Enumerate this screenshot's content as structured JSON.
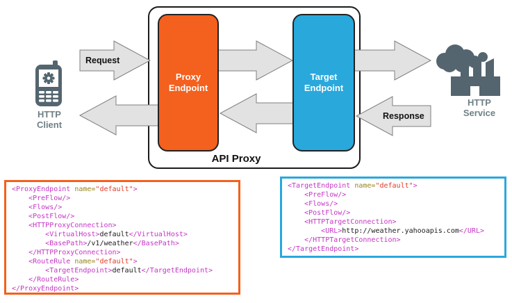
{
  "diagram": {
    "client": {
      "label": "HTTP\nClient"
    },
    "service": {
      "label": "HTTP\nService"
    },
    "api_proxy": {
      "label": "API Proxy"
    },
    "proxy_endpoint": {
      "label": "Proxy\nEndpoint",
      "color": "#F4601D"
    },
    "target_endpoint": {
      "label": "Target\nEndpoint",
      "color": "#29A8DC"
    },
    "request_label": "Request",
    "response_label": "Response",
    "icon_color": "#54656F",
    "arrow_fill": "#E2E2E2",
    "arrow_stroke": "#7F7F7F"
  },
  "code_colors": {
    "tag": "#C435C4",
    "attr": "#97861B",
    "val": "#E03A28",
    "plain": "#1A1A1A"
  },
  "code_blocks": [
    {
      "name": "proxy-endpoint-code",
      "border_color": "#F4601D",
      "lines": [
        [
          [
            "tag",
            "<ProxyEndpoint"
          ],
          [
            "plain",
            " "
          ],
          [
            "attr",
            "name="
          ],
          [
            "val",
            "\"default\""
          ],
          [
            "tag",
            ">"
          ]
        ],
        [
          [
            "plain",
            "    "
          ],
          [
            "tag",
            "<PreFlow/>"
          ]
        ],
        [
          [
            "plain",
            "    "
          ],
          [
            "tag",
            "<Flows/>"
          ]
        ],
        [
          [
            "plain",
            "    "
          ],
          [
            "tag",
            "<PostFlow/>"
          ]
        ],
        [
          [
            "plain",
            "    "
          ],
          [
            "tag",
            "<HTTPProxyConnection>"
          ]
        ],
        [
          [
            "plain",
            "        "
          ],
          [
            "tag",
            "<VirtualHost>"
          ],
          [
            "plain",
            "default"
          ],
          [
            "tag",
            "</VirtualHost>"
          ]
        ],
        [
          [
            "plain",
            "        "
          ],
          [
            "tag",
            "<BasePath>"
          ],
          [
            "plain",
            "/v1/weather"
          ],
          [
            "tag",
            "</BasePath>"
          ]
        ],
        [
          [
            "plain",
            "    "
          ],
          [
            "tag",
            "</HTTPProxyConnection>"
          ]
        ],
        [
          [
            "plain",
            "    "
          ],
          [
            "tag",
            "<RouteRule"
          ],
          [
            "plain",
            " "
          ],
          [
            "attr",
            "name="
          ],
          [
            "val",
            "\"default\""
          ],
          [
            "tag",
            ">"
          ]
        ],
        [
          [
            "plain",
            "        "
          ],
          [
            "tag",
            "<TargetEndpoint>"
          ],
          [
            "plain",
            "default"
          ],
          [
            "tag",
            "</TargetEndpoint>"
          ]
        ],
        [
          [
            "plain",
            "    "
          ],
          [
            "tag",
            "</RouteRule>"
          ]
        ],
        [
          [
            "tag",
            "</ProxyEndpoint>"
          ]
        ]
      ]
    },
    {
      "name": "target-endpoint-code",
      "border_color": "#29A8DC",
      "lines": [
        [
          [
            "tag",
            "<TargetEndpoint"
          ],
          [
            "plain",
            " "
          ],
          [
            "attr",
            "name="
          ],
          [
            "val",
            "\"default\""
          ],
          [
            "tag",
            ">"
          ]
        ],
        [
          [
            "plain",
            "    "
          ],
          [
            "tag",
            "<PreFlow/>"
          ]
        ],
        [
          [
            "plain",
            "    "
          ],
          [
            "tag",
            "<Flows/>"
          ]
        ],
        [
          [
            "plain",
            "    "
          ],
          [
            "tag",
            "<PostFlow/>"
          ]
        ],
        [
          [
            "plain",
            "    "
          ],
          [
            "tag",
            "<HTTPTargetConnection>"
          ]
        ],
        [
          [
            "plain",
            "        "
          ],
          [
            "tag",
            "<URL>"
          ],
          [
            "plain",
            "http://weather.yahooapis.com"
          ],
          [
            "tag",
            "</URL>"
          ]
        ],
        [
          [
            "plain",
            "    "
          ],
          [
            "tag",
            "</HTTPTargetConnection>"
          ]
        ],
        [
          [
            "tag",
            "</TargetEndpoint>"
          ]
        ]
      ]
    }
  ]
}
